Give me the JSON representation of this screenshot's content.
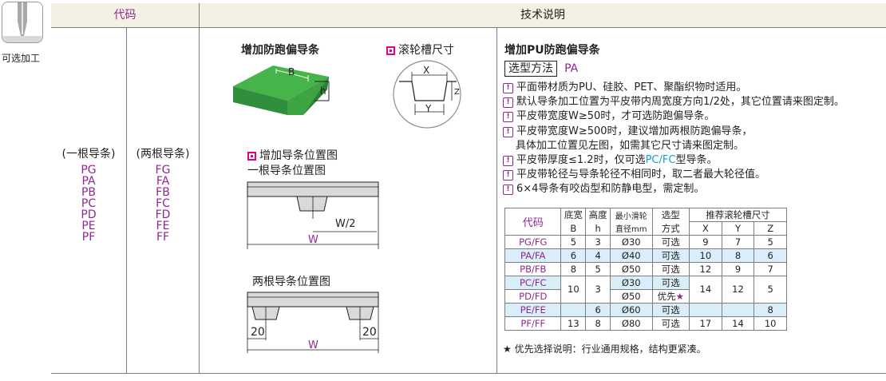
{
  "side": {
    "label": "可选加工"
  },
  "header": {
    "code": "代码",
    "tech": "技术说明"
  },
  "codes": {
    "single_title": "(一根导条)",
    "double_title": "(两根导条)",
    "single": [
      "PG",
      "PA",
      "PB",
      "PC",
      "PD",
      "PE",
      "PF"
    ],
    "double": [
      "FG",
      "FA",
      "FB",
      "FC",
      "FD",
      "FE",
      "FF"
    ]
  },
  "diagram": {
    "title": "增加防跑偏导条",
    "groove_title": "滚轮槽尺寸",
    "position_title": "增加导条位置图",
    "single_title": "一根导条位置图",
    "double_title": "两根导条位置图",
    "labels": {
      "b": "B",
      "h": "h",
      "x": "X",
      "y": "Y",
      "z": "Z",
      "w_half": "W/2",
      "w": "W",
      "w2": "W",
      "d20a": "20",
      "d20b": "20"
    }
  },
  "spec": {
    "title": "增加PU防跑偏导条",
    "method_label": "选型方法",
    "method_value": "PA",
    "notes": [
      "平面带材质为PU、硅胶、PET、聚酯织物时适用。",
      "默认导条加工位置为平皮带内周宽度方向1/2处，其它位置请来图定制。",
      "平皮带宽度W≥50时，才可选防跑偏导条。",
      "平皮带宽度W≥500时，建议增加两根防跑偏导条，",
      "具体加工位置见左图，如需其它尺寸请来图定制。",
      "平皮带厚度≤1.2时，仅可选",
      "平皮带轮径与导条轮径不相同时，取二者最大轮径值。",
      "6×4导条有咬齿型和防静电型，需定制。"
    ],
    "note6_link": "PC/FC",
    "note6_tail": "型导条。",
    "table": {
      "h_code": "代码",
      "h_b": "底宽",
      "h_b2": "B",
      "h_h": "高度",
      "h_h2": "h",
      "h_d": "最小滑轮",
      "h_d2": "直径mm",
      "h_sel": "选型",
      "h_sel2": "方式",
      "h_roll": "推荐滚轮槽尺寸",
      "h_x": "X",
      "h_y": "Y",
      "h_z": "Z",
      "rows": [
        {
          "code": "PG/FG",
          "b": "5",
          "h": "3",
          "d": "Ø30",
          "sel": "可选",
          "x": "9",
          "y": "7",
          "z": "5"
        },
        {
          "code": "PA/FA",
          "b": "6",
          "h": "4",
          "d": "Ø40",
          "sel": "可选",
          "x": "10",
          "y": "8",
          "z": "6"
        },
        {
          "code": "PB/FB",
          "b": "8",
          "h": "5",
          "d": "Ø50",
          "sel": "可选",
          "x": "12",
          "y": "9",
          "z": "7"
        },
        {
          "code": "PC/FC",
          "d": "Ø30",
          "sel": "可选"
        },
        {
          "code": "PD/FD",
          "b": "10",
          "h": "3",
          "d": "Ø50",
          "sel": "优先",
          "x": "14",
          "y": "12",
          "z": "5"
        },
        {
          "code": "PE/FE",
          "h": "6",
          "d": "Ø60",
          "sel": "可选",
          "z": "8"
        },
        {
          "code": "PF/FF",
          "b": "13",
          "h": "8",
          "d": "Ø80",
          "sel": "可选",
          "x": "17",
          "y": "14",
          "z": "10"
        }
      ],
      "star": "★"
    },
    "footnote": "★ 优先选择说明：行业通用规格，结构更紧凑。"
  }
}
